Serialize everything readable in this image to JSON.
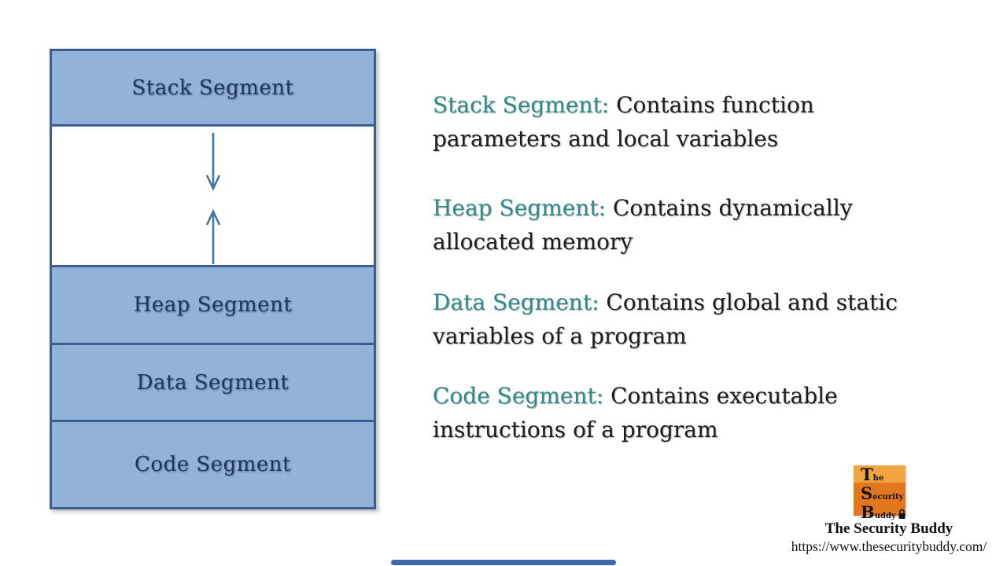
{
  "diagram": {
    "segments": {
      "stack": {
        "label": "Stack Segment"
      },
      "heap": {
        "label": "Heap Segment"
      },
      "data": {
        "label": "Data Segment"
      },
      "code": {
        "label": "Code Segment"
      }
    }
  },
  "explanations": [
    {
      "term": "Stack Segment:",
      "line1": "Contains function",
      "line2": "parameters and local variables"
    },
    {
      "term": "Heap Segment:",
      "line1": "Contains dynamically",
      "line2": "allocated memory"
    },
    {
      "term": "Data Segment:",
      "line1": "Contains global and static",
      "line2": "variables of a program"
    },
    {
      "term": "Code Segment:",
      "line1": "Contains executable",
      "line2": "instructions of a program"
    }
  ],
  "branding": {
    "logo": {
      "t": "T",
      "he": "he",
      "s": "S",
      "ecurity": "ecurity",
      "b": "B",
      "uddy": "uddy"
    },
    "name": "The Security Buddy",
    "url": "https://www.thesecuritybuddy.com/"
  },
  "colors": {
    "segment_fill": "#93b2d8",
    "segment_border": "#3a5e91",
    "segment_text": "#17375e",
    "arrow": "#4473a6",
    "term_teal": "#2e8b89",
    "body_text": "#1c1c1c",
    "logo_orange_light": "#f2a440",
    "logo_orange_dark": "#e4771d",
    "bottom_bar_blue": "#4168ad"
  }
}
